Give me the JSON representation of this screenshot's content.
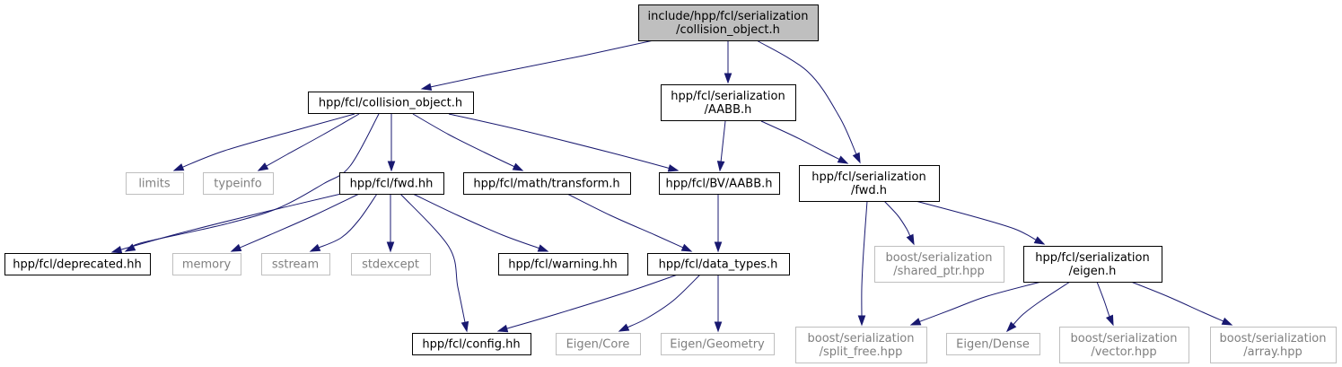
{
  "diagram": {
    "type": "include-dependency-graph",
    "colors": {
      "edge": "#191970",
      "root_fill": "#bfbfbf",
      "node_border": "#000000",
      "external_border": "#bfbfbf",
      "external_text": "#7f7f7f"
    },
    "nodes": [
      {
        "id": "root",
        "kind": "root",
        "lines": [
          "include/hpp/fcl/serialization",
          "/collision_object.h"
        ]
      },
      {
        "id": "collision_object",
        "kind": "normal",
        "lines": [
          "hpp/fcl/collision_object.h"
        ]
      },
      {
        "id": "ser_aabb",
        "kind": "normal",
        "lines": [
          "hpp/fcl/serialization",
          "/AABB.h"
        ]
      },
      {
        "id": "ser_fwd",
        "kind": "normal",
        "lines": [
          "hpp/fcl/serialization",
          "/fwd.h"
        ]
      },
      {
        "id": "limits",
        "kind": "external",
        "lines": [
          "limits"
        ]
      },
      {
        "id": "typeinfo",
        "kind": "external",
        "lines": [
          "typeinfo"
        ]
      },
      {
        "id": "fwd_hh",
        "kind": "normal",
        "lines": [
          "hpp/fcl/fwd.hh"
        ]
      },
      {
        "id": "math_transform",
        "kind": "normal",
        "lines": [
          "hpp/fcl/math/transform.h"
        ]
      },
      {
        "id": "bv_aabb",
        "kind": "normal",
        "lines": [
          "hpp/fcl/BV/AABB.h"
        ]
      },
      {
        "id": "deprecated",
        "kind": "normal",
        "lines": [
          "hpp/fcl/deprecated.hh"
        ]
      },
      {
        "id": "memory",
        "kind": "external",
        "lines": [
          "memory"
        ]
      },
      {
        "id": "sstream",
        "kind": "external",
        "lines": [
          "sstream"
        ]
      },
      {
        "id": "stdexcept",
        "kind": "external",
        "lines": [
          "stdexcept"
        ]
      },
      {
        "id": "warning",
        "kind": "normal",
        "lines": [
          "hpp/fcl/warning.hh"
        ]
      },
      {
        "id": "data_types",
        "kind": "normal",
        "lines": [
          "hpp/fcl/data_types.h"
        ]
      },
      {
        "id": "shared_ptr",
        "kind": "external",
        "lines": [
          "boost/serialization",
          "/shared_ptr.hpp"
        ]
      },
      {
        "id": "ser_eigen",
        "kind": "normal",
        "lines": [
          "hpp/fcl/serialization",
          "/eigen.h"
        ]
      },
      {
        "id": "config",
        "kind": "normal",
        "lines": [
          "hpp/fcl/config.hh"
        ]
      },
      {
        "id": "eigen_core",
        "kind": "external",
        "lines": [
          "Eigen/Core"
        ]
      },
      {
        "id": "eigen_geometry",
        "kind": "external",
        "lines": [
          "Eigen/Geometry"
        ]
      },
      {
        "id": "split_free",
        "kind": "external",
        "lines": [
          "boost/serialization",
          "/split_free.hpp"
        ]
      },
      {
        "id": "eigen_dense",
        "kind": "external",
        "lines": [
          "Eigen/Dense"
        ]
      },
      {
        "id": "ser_vector",
        "kind": "external",
        "lines": [
          "boost/serialization",
          "/vector.hpp"
        ]
      },
      {
        "id": "ser_array",
        "kind": "external",
        "lines": [
          "boost/serialization",
          "/array.hpp"
        ]
      }
    ],
    "edges": [
      {
        "from": "root",
        "to": "collision_object"
      },
      {
        "from": "root",
        "to": "ser_aabb"
      },
      {
        "from": "root",
        "to": "ser_fwd"
      },
      {
        "from": "collision_object",
        "to": "limits"
      },
      {
        "from": "collision_object",
        "to": "typeinfo"
      },
      {
        "from": "collision_object",
        "to": "deprecated"
      },
      {
        "from": "collision_object",
        "to": "fwd_hh"
      },
      {
        "from": "collision_object",
        "to": "math_transform"
      },
      {
        "from": "collision_object",
        "to": "bv_aabb"
      },
      {
        "from": "ser_aabb",
        "to": "bv_aabb"
      },
      {
        "from": "ser_aabb",
        "to": "ser_fwd"
      },
      {
        "from": "fwd_hh",
        "to": "deprecated"
      },
      {
        "from": "fwd_hh",
        "to": "memory"
      },
      {
        "from": "fwd_hh",
        "to": "sstream"
      },
      {
        "from": "fwd_hh",
        "to": "stdexcept"
      },
      {
        "from": "fwd_hh",
        "to": "warning"
      },
      {
        "from": "fwd_hh",
        "to": "config"
      },
      {
        "from": "math_transform",
        "to": "data_types"
      },
      {
        "from": "bv_aabb",
        "to": "data_types"
      },
      {
        "from": "data_types",
        "to": "config"
      },
      {
        "from": "data_types",
        "to": "eigen_core"
      },
      {
        "from": "data_types",
        "to": "eigen_geometry"
      },
      {
        "from": "ser_fwd",
        "to": "shared_ptr"
      },
      {
        "from": "ser_fwd",
        "to": "ser_eigen"
      },
      {
        "from": "ser_fwd",
        "to": "split_free"
      },
      {
        "from": "ser_eigen",
        "to": "split_free"
      },
      {
        "from": "ser_eigen",
        "to": "eigen_dense"
      },
      {
        "from": "ser_eigen",
        "to": "ser_vector"
      },
      {
        "from": "ser_eigen",
        "to": "ser_array"
      }
    ]
  }
}
